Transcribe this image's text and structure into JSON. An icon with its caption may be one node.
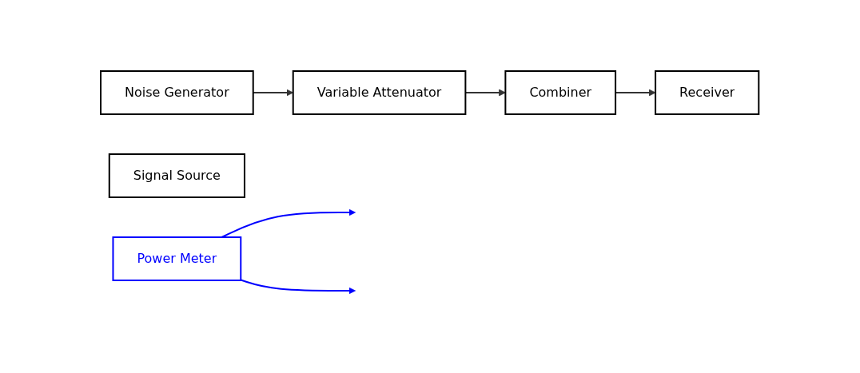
{
  "diagram": {
    "nodes": [
      {
        "text": [
          "Noise Generator"
        ]
      },
      {
        "text": [
          "Variable Attenuator"
        ]
      },
      {
        "text": [
          "Combiner"
        ]
      },
      {
        "text": [
          "Receiver"
        ]
      },
      {
        "text": [
          "Signal Source"
        ]
      },
      {
        "text": [
          "Power Meter"
        ]
      }
    ],
    "edges": [
      {
        "from": 0,
        "to": 1,
        "arrow": "to"
      },
      {
        "from": 1,
        "to": 2,
        "arrow": "to"
      },
      {
        "from": 2,
        "to": 3,
        "arrow": "to"
      },
      {
        "from": 5,
        "to": null,
        "arrow": "to",
        "color": "#0000ff"
      },
      {
        "from": 5,
        "to": null,
        "arrow": "to",
        "color": "#0000ff"
      }
    ]
  }
}
